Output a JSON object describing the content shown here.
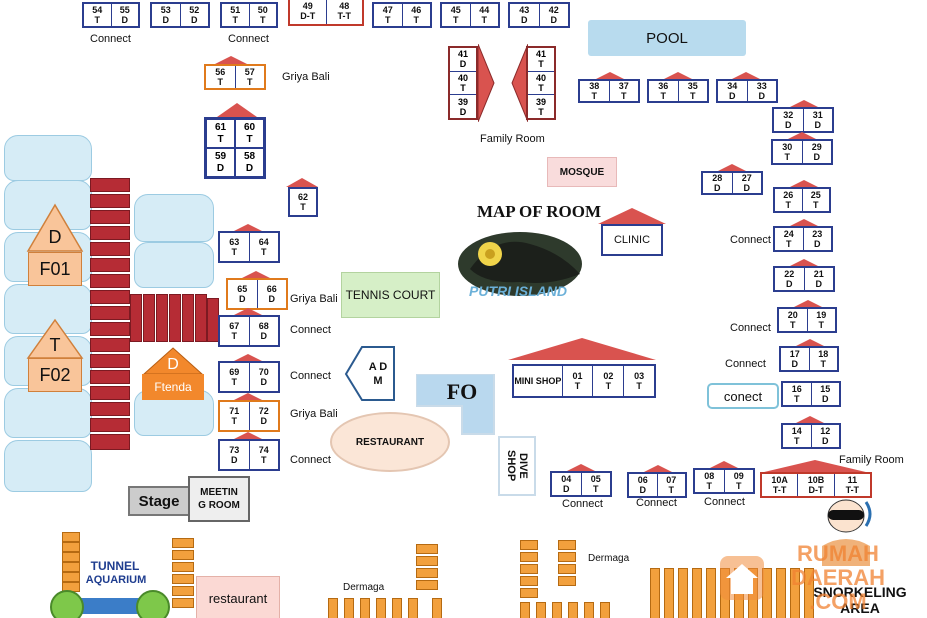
{
  "title": "MAP OF ROOM",
  "logo": {
    "text": "PUTRI ISLAND"
  },
  "watermark": {
    "text": "RUMAH DAERAH .COM"
  },
  "facilities": {
    "pool": "POOL",
    "mosque": "MOSQUE",
    "clinic": "CLINIC",
    "tennis": "TENNIS COURT",
    "adm": "A D M",
    "fo": "FO",
    "restaurant": "RESTAURANT",
    "mini_shop": "MINI SHOP",
    "dive_shop": "DIVE SHOP",
    "stage": "Stage",
    "meeting": "MEETIN G ROOM",
    "tunnel": "TUNNEL",
    "aquarium": "AQUARIUM",
    "restaurant2": "restaurant",
    "ftenda_d": "D",
    "ftenda": "Ftenda",
    "f01_letter": "D",
    "f01": "F01",
    "f02_letter": "T",
    "f02": "F02",
    "snorkeling": "SNORKELING AREA"
  },
  "labels": {
    "connect": "Connect",
    "conect": "conect",
    "griya_bali": "Griya Bali",
    "family_room": "Family Room",
    "dermaga": "Dermaga"
  },
  "rooms": {
    "r54": [
      "54",
      "T"
    ],
    "r55": [
      "55",
      "D"
    ],
    "r53": [
      "53",
      "D"
    ],
    "r52": [
      "52",
      "D"
    ],
    "r51": [
      "51",
      "T"
    ],
    "r50": [
      "50",
      "T"
    ],
    "r49": [
      "49",
      "D-T"
    ],
    "r48": [
      "48",
      "T-T"
    ],
    "r47": [
      "47",
      "T"
    ],
    "r46": [
      "46",
      "T"
    ],
    "r45": [
      "45",
      "T"
    ],
    "r44": [
      "44",
      "T"
    ],
    "r43": [
      "43",
      "D"
    ],
    "r42": [
      "42",
      "D"
    ],
    "r56": [
      "56",
      "T"
    ],
    "r57": [
      "57",
      "T"
    ],
    "r61": [
      "61",
      "T"
    ],
    "r60": [
      "60",
      "T"
    ],
    "r59": [
      "59",
      "D"
    ],
    "r58": [
      "58",
      "D"
    ],
    "r41": [
      "41",
      "D"
    ],
    "r40": [
      "40",
      "T"
    ],
    "r39": [
      "39",
      "D"
    ],
    "r41b": [
      "41",
      "T"
    ],
    "r40b": [
      "40",
      "T"
    ],
    "r39b": [
      "39",
      "T"
    ],
    "r38": [
      "38",
      "T"
    ],
    "r37": [
      "37",
      "T"
    ],
    "r36": [
      "36",
      "T"
    ],
    "r35": [
      "35",
      "T"
    ],
    "r34": [
      "34",
      "D"
    ],
    "r33": [
      "33",
      "D"
    ],
    "r32": [
      "32",
      "D"
    ],
    "r31": [
      "31",
      "D"
    ],
    "r30": [
      "30",
      "T"
    ],
    "r29": [
      "29",
      "D"
    ],
    "r28": [
      "28",
      "D"
    ],
    "r27": [
      "27",
      "D"
    ],
    "r26": [
      "26",
      "T"
    ],
    "r25": [
      "25",
      "T"
    ],
    "r24": [
      "24",
      "T"
    ],
    "r23": [
      "23",
      "D"
    ],
    "r22": [
      "22",
      "D"
    ],
    "r21": [
      "21",
      "D"
    ],
    "r20": [
      "20",
      "T"
    ],
    "r19": [
      "19",
      "T"
    ],
    "r17": [
      "17",
      "D"
    ],
    "r18": [
      "18",
      "T"
    ],
    "r16": [
      "16",
      "T"
    ],
    "r15": [
      "15",
      "D"
    ],
    "r14": [
      "14",
      "T"
    ],
    "r12": [
      "12",
      "D"
    ],
    "r10a": [
      "10A",
      "T-T"
    ],
    "r10b": [
      "10B",
      "D-T"
    ],
    "r11": [
      "11",
      "T-T"
    ],
    "r08": [
      "08",
      "T"
    ],
    "r09": [
      "09",
      "T"
    ],
    "r06": [
      "06",
      "D"
    ],
    "r07": [
      "07",
      "T"
    ],
    "r04": [
      "04",
      "D"
    ],
    "r05": [
      "05",
      "T"
    ],
    "r01": [
      "01",
      "T"
    ],
    "r02": [
      "02",
      "T"
    ],
    "r03": [
      "03",
      "T"
    ],
    "r62": [
      "62",
      "T"
    ],
    "r63": [
      "63",
      "T"
    ],
    "r64": [
      "64",
      "T"
    ],
    "r65": [
      "65",
      "D"
    ],
    "r66": [
      "66",
      "D"
    ],
    "r67": [
      "67",
      "T"
    ],
    "r68": [
      "68",
      "D"
    ],
    "r69": [
      "69",
      "T"
    ],
    "r70": [
      "70",
      "D"
    ],
    "r71": [
      "71",
      "T"
    ],
    "r72": [
      "72",
      "D"
    ],
    "r73": [
      "73",
      "D"
    ],
    "r74": [
      "74",
      "T"
    ]
  }
}
